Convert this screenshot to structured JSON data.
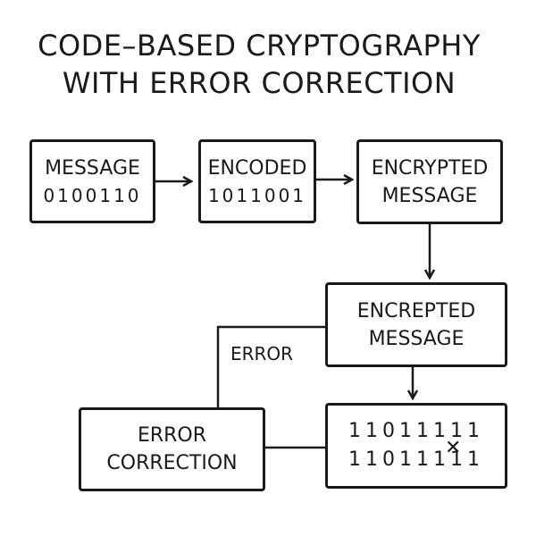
{
  "title": {
    "line1": "CODE–BASED CRYPTOGRAPHY",
    "line2": "WITH ERROR CORRECTION"
  },
  "boxes": {
    "message": {
      "label": "MESSAGE",
      "bits": "0100110"
    },
    "encoded": {
      "label": "ENCODED",
      "bits": "1011001"
    },
    "encrypted_top": {
      "line1": "ENCRYPTED",
      "line2": "MESSAGE"
    },
    "encrypted_mid": {
      "line1": "ENCREPTED",
      "line2": "MESSAGE"
    },
    "received_bits": {
      "row1": "11011111",
      "row2_before": "110111",
      "row2_flipped": "1",
      "row2_after": "1",
      "flip_mark": "✕"
    },
    "error_correction": {
      "line1": "ERROR",
      "line2": "CORRECTION"
    }
  },
  "error_label": "ERROR",
  "colors": {
    "ink": "#1a1a1a",
    "background": "#ffffff"
  }
}
